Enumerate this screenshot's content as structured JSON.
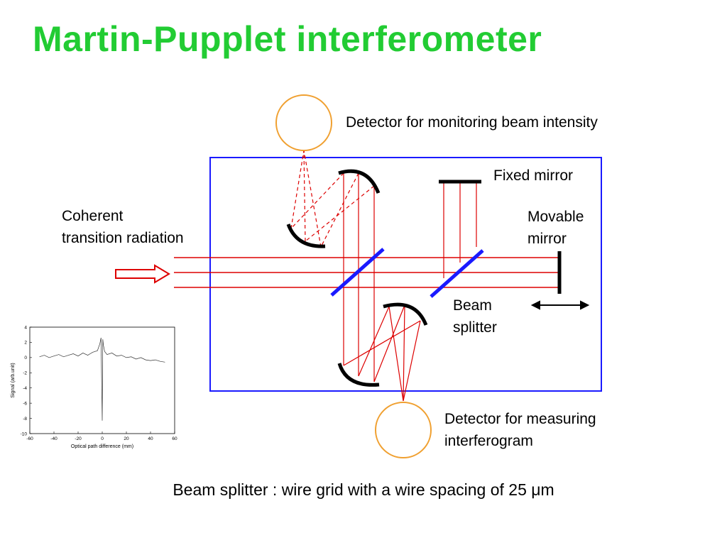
{
  "title": "Martin-Pupplet interferometer",
  "labels": {
    "detector_monitor": "Detector for monitoring beam intensity",
    "fixed_mirror": "Fixed mirror",
    "movable_mirror_1": "Movable",
    "movable_mirror_2": "mirror",
    "source_1": "Coherent",
    "source_2": "transition radiation",
    "beam_splitter_1": "Beam",
    "beam_splitter_2": "splitter",
    "detector_measure_1": "Detector for measuring",
    "detector_measure_2": "interferogram"
  },
  "caption_prefix": "Beam splitter : wire grid with a wire spacing of 25 ",
  "caption_unit": "μm",
  "colors": {
    "title": "#22cc33",
    "beam": "#dd0000",
    "frame": "#1a1aff",
    "splitter": "#1a1aff",
    "detector": "#f0a030",
    "mirror": "#000000"
  },
  "inset_chart": {
    "chart_data": {
      "type": "line",
      "xlabel": "Optical path difference (mm)",
      "ylabel": "Signal (arb.unit)",
      "xlim": [
        -60,
        60
      ],
      "ylim": [
        -10,
        4
      ],
      "xticks": [
        "-60",
        "-40",
        "-20",
        "0",
        "20",
        "40",
        "60"
      ],
      "yticks": [
        "4",
        "2",
        "0",
        "-2",
        "-4",
        "-6",
        "-8",
        "-10"
      ],
      "series": [
        {
          "x": [
            -52,
            -48,
            -44,
            -40,
            -36,
            -32,
            -28,
            -24,
            -20,
            -16,
            -12,
            -8,
            -4,
            -2,
            -1,
            0,
            0.5,
            1,
            2,
            4,
            8,
            12,
            16,
            20,
            24,
            28,
            32,
            36,
            40,
            44,
            48,
            52
          ],
          "values": [
            0.1,
            0.3,
            0.0,
            0.2,
            0.4,
            0.1,
            0.3,
            0.5,
            0.2,
            0.6,
            0.3,
            0.7,
            0.9,
            1.8,
            2.6,
            -8.3,
            2.4,
            1.6,
            0.8,
            0.4,
            0.6,
            0.2,
            0.3,
            0.0,
            0.1,
            -0.2,
            0.0,
            -0.3,
            -0.4,
            -0.3,
            -0.5,
            -0.6
          ]
        }
      ]
    }
  }
}
